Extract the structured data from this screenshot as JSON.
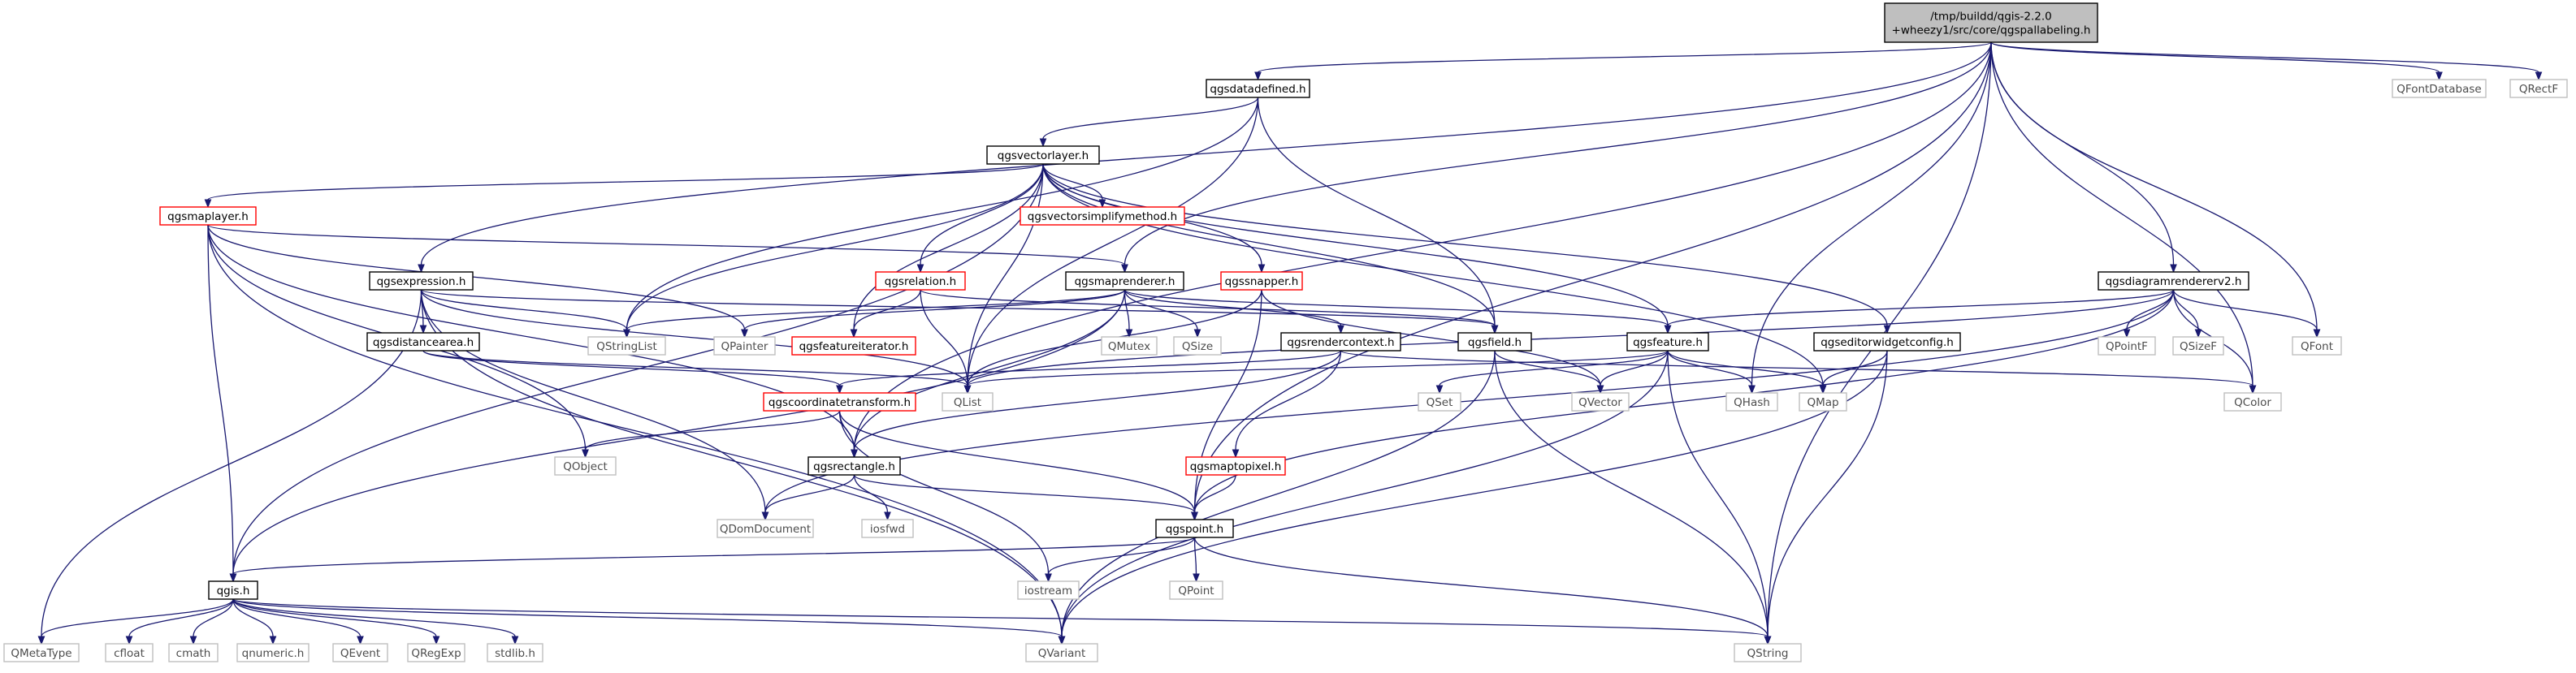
{
  "colors": {
    "edge": "#191970",
    "file_border": "#000000",
    "undocumented_border": "#ff0000",
    "external_border": "#bfbfbf",
    "root_fill": "#bfbfbf"
  },
  "nodes": [
    {
      "id": "root",
      "label": "/tmp/buildd/qgis-2.2.0\n+wheezy1/src/core/qgspallabeling.h",
      "kind": "root"
    },
    {
      "id": "qgsdatadefined",
      "label": "qgsdatadefined.h",
      "kind": "file"
    },
    {
      "id": "QFontDatabase",
      "label": "QFontDatabase",
      "kind": "ext"
    },
    {
      "id": "QRectF",
      "label": "QRectF",
      "kind": "ext"
    },
    {
      "id": "qgsvectorlayer",
      "label": "qgsvectorlayer.h",
      "kind": "file"
    },
    {
      "id": "qgsmaplayer",
      "label": "qgsmaplayer.h",
      "kind": "undoc"
    },
    {
      "id": "qgsvectorsimplifymethod",
      "label": "qgsvectorsimplifymethod.h",
      "kind": "undoc"
    },
    {
      "id": "qgsexpression",
      "label": "qgsexpression.h",
      "kind": "file"
    },
    {
      "id": "qgsrelation",
      "label": "qgsrelation.h",
      "kind": "undoc"
    },
    {
      "id": "qgsmaprenderer",
      "label": "qgsmaprenderer.h",
      "kind": "file"
    },
    {
      "id": "qgssnapper",
      "label": "qgssnapper.h",
      "kind": "undoc"
    },
    {
      "id": "qgsdiagramrendererv2",
      "label": "qgsdiagramrendererv2.h",
      "kind": "file"
    },
    {
      "id": "qgsdistancearea",
      "label": "qgsdistancearea.h",
      "kind": "file"
    },
    {
      "id": "QStringList",
      "label": "QStringList",
      "kind": "ext"
    },
    {
      "id": "QPainter",
      "label": "QPainter",
      "kind": "ext"
    },
    {
      "id": "qgsfeatureiterator",
      "label": "qgsfeatureiterator.h",
      "kind": "undoc"
    },
    {
      "id": "QMutex",
      "label": "QMutex",
      "kind": "ext"
    },
    {
      "id": "QSize",
      "label": "QSize",
      "kind": "ext"
    },
    {
      "id": "qgsrendercontext",
      "label": "qgsrendercontext.h",
      "kind": "file"
    },
    {
      "id": "qgsfield",
      "label": "qgsfield.h",
      "kind": "file"
    },
    {
      "id": "qgsfeature",
      "label": "qgsfeature.h",
      "kind": "file"
    },
    {
      "id": "qgseditorwidgetconfig",
      "label": "qgseditorwidgetconfig.h",
      "kind": "file"
    },
    {
      "id": "QPointF",
      "label": "QPointF",
      "kind": "ext"
    },
    {
      "id": "QSizeF",
      "label": "QSizeF",
      "kind": "ext"
    },
    {
      "id": "QFont",
      "label": "QFont",
      "kind": "ext"
    },
    {
      "id": "QList",
      "label": "QList",
      "kind": "ext"
    },
    {
      "id": "qgscoordinatetransform",
      "label": "qgscoordinatetransform.h",
      "kind": "undoc"
    },
    {
      "id": "QSet",
      "label": "QSet",
      "kind": "ext"
    },
    {
      "id": "QVector",
      "label": "QVector",
      "kind": "ext"
    },
    {
      "id": "QHash",
      "label": "QHash",
      "kind": "ext"
    },
    {
      "id": "QMap",
      "label": "QMap",
      "kind": "ext"
    },
    {
      "id": "QColor",
      "label": "QColor",
      "kind": "ext"
    },
    {
      "id": "QObject",
      "label": "QObject",
      "kind": "ext"
    },
    {
      "id": "qgsrectangle",
      "label": "qgsrectangle.h",
      "kind": "file"
    },
    {
      "id": "qgsmaptopixel",
      "label": "qgsmaptopixel.h",
      "kind": "undoc"
    },
    {
      "id": "QDomDocument",
      "label": "QDomDocument",
      "kind": "ext"
    },
    {
      "id": "iosfwd",
      "label": "iosfwd",
      "kind": "ext"
    },
    {
      "id": "qgspoint",
      "label": "qgspoint.h",
      "kind": "file"
    },
    {
      "id": "qgis",
      "label": "qgis.h",
      "kind": "file"
    },
    {
      "id": "iostream",
      "label": "iostream",
      "kind": "ext"
    },
    {
      "id": "QPoint",
      "label": "QPoint",
      "kind": "ext"
    },
    {
      "id": "QMetaType",
      "label": "QMetaType",
      "kind": "ext"
    },
    {
      "id": "cfloat",
      "label": "cfloat",
      "kind": "ext"
    },
    {
      "id": "cmath",
      "label": "cmath",
      "kind": "ext"
    },
    {
      "id": "qnumeric",
      "label": "qnumeric.h",
      "kind": "ext"
    },
    {
      "id": "QEvent",
      "label": "QEvent",
      "kind": "ext"
    },
    {
      "id": "QRegExp",
      "label": "QRegExp",
      "kind": "ext"
    },
    {
      "id": "stdlib",
      "label": "stdlib.h",
      "kind": "ext"
    },
    {
      "id": "QVariant",
      "label": "QVariant",
      "kind": "ext"
    },
    {
      "id": "QString",
      "label": "QString",
      "kind": "ext"
    }
  ],
  "edges": [
    [
      "root",
      "qgsdatadefined"
    ],
    [
      "root",
      "QFontDatabase"
    ],
    [
      "root",
      "QRectF"
    ],
    [
      "root",
      "qgsexpression"
    ],
    [
      "root",
      "qgsmaprenderer"
    ],
    [
      "root",
      "qgsdiagramrendererv2"
    ],
    [
      "root",
      "qgsrectangle"
    ],
    [
      "root",
      "qgspoint"
    ],
    [
      "root",
      "QHash"
    ],
    [
      "root",
      "QFont"
    ],
    [
      "root",
      "QColor"
    ],
    [
      "root",
      "QString"
    ],
    [
      "qgsdatadefined",
      "qgsvectorlayer"
    ],
    [
      "qgsdatadefined",
      "QStringList"
    ],
    [
      "qgsdatadefined",
      "qgsfield"
    ],
    [
      "qgsdatadefined",
      "QList"
    ],
    [
      "qgsvectorlayer",
      "qgsmaplayer"
    ],
    [
      "qgsvectorlayer",
      "qgsvectorsimplifymethod"
    ],
    [
      "qgsvectorlayer",
      "qgsrelation"
    ],
    [
      "qgsvectorlayer",
      "qgssnapper"
    ],
    [
      "qgsvectorlayer",
      "QStringList"
    ],
    [
      "qgsvectorlayer",
      "qgsfeatureiterator"
    ],
    [
      "qgsvectorlayer",
      "qgsfield"
    ],
    [
      "qgsvectorlayer",
      "qgsfeature"
    ],
    [
      "qgsvectorlayer",
      "qgseditorwidgetconfig"
    ],
    [
      "qgsvectorlayer",
      "QList"
    ],
    [
      "qgsvectorlayer",
      "QMap"
    ],
    [
      "qgsvectorlayer",
      "qgis"
    ],
    [
      "qgsmaplayer",
      "qgsmaprenderer"
    ],
    [
      "qgsmaplayer",
      "QPainter"
    ],
    [
      "qgsmaplayer",
      "qgsrectangle"
    ],
    [
      "qgsmaplayer",
      "QObject"
    ],
    [
      "qgsmaplayer",
      "QVariant"
    ],
    [
      "qgsmaplayer",
      "qgis"
    ],
    [
      "qgsexpression",
      "qgsdistancearea"
    ],
    [
      "qgsexpression",
      "QStringList"
    ],
    [
      "qgsexpression",
      "qgsfield"
    ],
    [
      "qgsexpression",
      "QList"
    ],
    [
      "qgsexpression",
      "QDomDocument"
    ],
    [
      "qgsexpression",
      "QVariant"
    ],
    [
      "qgsexpression",
      "QMetaType"
    ],
    [
      "qgsrelation",
      "qgsfeatureiterator"
    ],
    [
      "qgsrelation",
      "qgsfield"
    ],
    [
      "qgsrelation",
      "QList"
    ],
    [
      "qgsmaprenderer",
      "QStringList"
    ],
    [
      "qgsmaprenderer",
      "QPainter"
    ],
    [
      "qgsmaprenderer",
      "QMutex"
    ],
    [
      "qgsmaprenderer",
      "QSize"
    ],
    [
      "qgsmaprenderer",
      "qgsrendercontext"
    ],
    [
      "qgsmaprenderer",
      "qgsfeature"
    ],
    [
      "qgsmaprenderer",
      "qgsrectangle"
    ],
    [
      "qgsmaprenderer",
      "qgis"
    ],
    [
      "qgssnapper",
      "QList"
    ],
    [
      "qgssnapper",
      "qgspoint"
    ],
    [
      "qgssnapper",
      "QVector"
    ],
    [
      "qgsdistancearea",
      "qgscoordinatetransform"
    ],
    [
      "qgsdistancearea",
      "QList"
    ],
    [
      "qgsrendercontext",
      "qgscoordinatetransform"
    ],
    [
      "qgsrendercontext",
      "qgsmaptopixel"
    ],
    [
      "qgsrendercontext",
      "qgsrectangle"
    ],
    [
      "qgsrendercontext",
      "QColor"
    ],
    [
      "qgsfield",
      "QVector"
    ],
    [
      "qgsfield",
      "QVariant"
    ],
    [
      "qgsfield",
      "QString"
    ],
    [
      "qgsfeature",
      "QList"
    ],
    [
      "qgsfeature",
      "QSet"
    ],
    [
      "qgsfeature",
      "QVector"
    ],
    [
      "qgsfeature",
      "QHash"
    ],
    [
      "qgsfeature",
      "QMap"
    ],
    [
      "qgsfeature",
      "QVariant"
    ],
    [
      "qgsfeature",
      "QString"
    ],
    [
      "qgseditorwidgetconfig",
      "QMap"
    ],
    [
      "qgseditorwidgetconfig",
      "QVariant"
    ],
    [
      "qgseditorwidgetconfig",
      "QString"
    ],
    [
      "qgsdiagramrendererv2",
      "qgsfeature"
    ],
    [
      "qgsdiagramrendererv2",
      "QPointF"
    ],
    [
      "qgsdiagramrendererv2",
      "QSizeF"
    ],
    [
      "qgsdiagramrendererv2",
      "QFont"
    ],
    [
      "qgsdiagramrendererv2",
      "QColor"
    ],
    [
      "qgsdiagramrendererv2",
      "QList"
    ],
    [
      "qgsdiagramrendererv2",
      "QDomDocument"
    ],
    [
      "qgsdiagramrendererv2",
      "qgspoint"
    ],
    [
      "qgscoordinatetransform",
      "QObject"
    ],
    [
      "qgscoordinatetransform",
      "qgsrectangle"
    ],
    [
      "qgscoordinatetransform",
      "qgspoint"
    ],
    [
      "qgscoordinatetransform",
      "iostream"
    ],
    [
      "qgsrectangle",
      "QDomDocument"
    ],
    [
      "qgsrectangle",
      "iosfwd"
    ],
    [
      "qgsrectangle",
      "qgspoint"
    ],
    [
      "qgsmaptopixel",
      "qgspoint"
    ],
    [
      "qgspoint",
      "qgis"
    ],
    [
      "qgspoint",
      "iostream"
    ],
    [
      "qgspoint",
      "QPoint"
    ],
    [
      "qgspoint",
      "QString"
    ],
    [
      "qgis",
      "QMetaType"
    ],
    [
      "qgis",
      "cfloat"
    ],
    [
      "qgis",
      "cmath"
    ],
    [
      "qgis",
      "qnumeric"
    ],
    [
      "qgis",
      "QEvent"
    ],
    [
      "qgis",
      "QRegExp"
    ],
    [
      "qgis",
      "stdlib"
    ],
    [
      "qgis",
      "QVariant"
    ],
    [
      "qgis",
      "QString"
    ]
  ]
}
